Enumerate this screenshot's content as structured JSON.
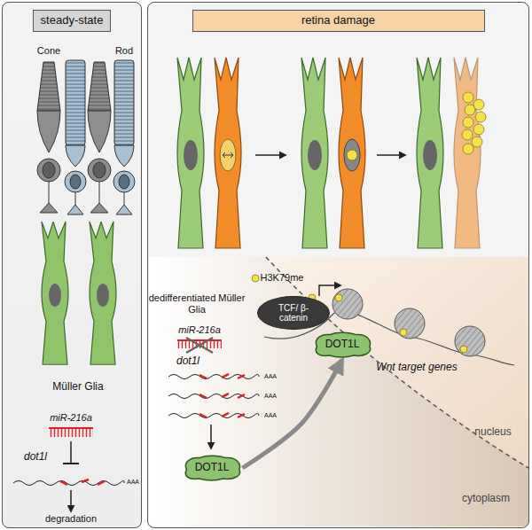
{
  "diagram": {
    "nodes": [
      {
        "text": [
          "steady-state"
        ]
      },
      {
        "text": [
          "retina damage"
        ]
      },
      {
        "text": [
          "TCF/ β-catenin"
        ],
        "in": 1
      },
      {
        "text": [
          "DOT1L"
        ],
        "in": 1
      },
      {
        "text": [
          "DOT1L"
        ],
        "in": 1
      }
    ],
    "edges": [
      {
        "from": 4,
        "to": 3,
        "arrow": "to"
      }
    ],
    "labels": [
      "Cone",
      "Rod",
      "Müller Glia",
      "miR-216a",
      "dot1l",
      "AAA",
      "degradation",
      "dedifferentiated Müller Glia",
      "miR-216a",
      "dot1l",
      "AAA",
      "AAA",
      "AAA",
      "H3K79me",
      "Wnt target genes",
      "nucleus",
      "cytoplasm"
    ]
  }
}
